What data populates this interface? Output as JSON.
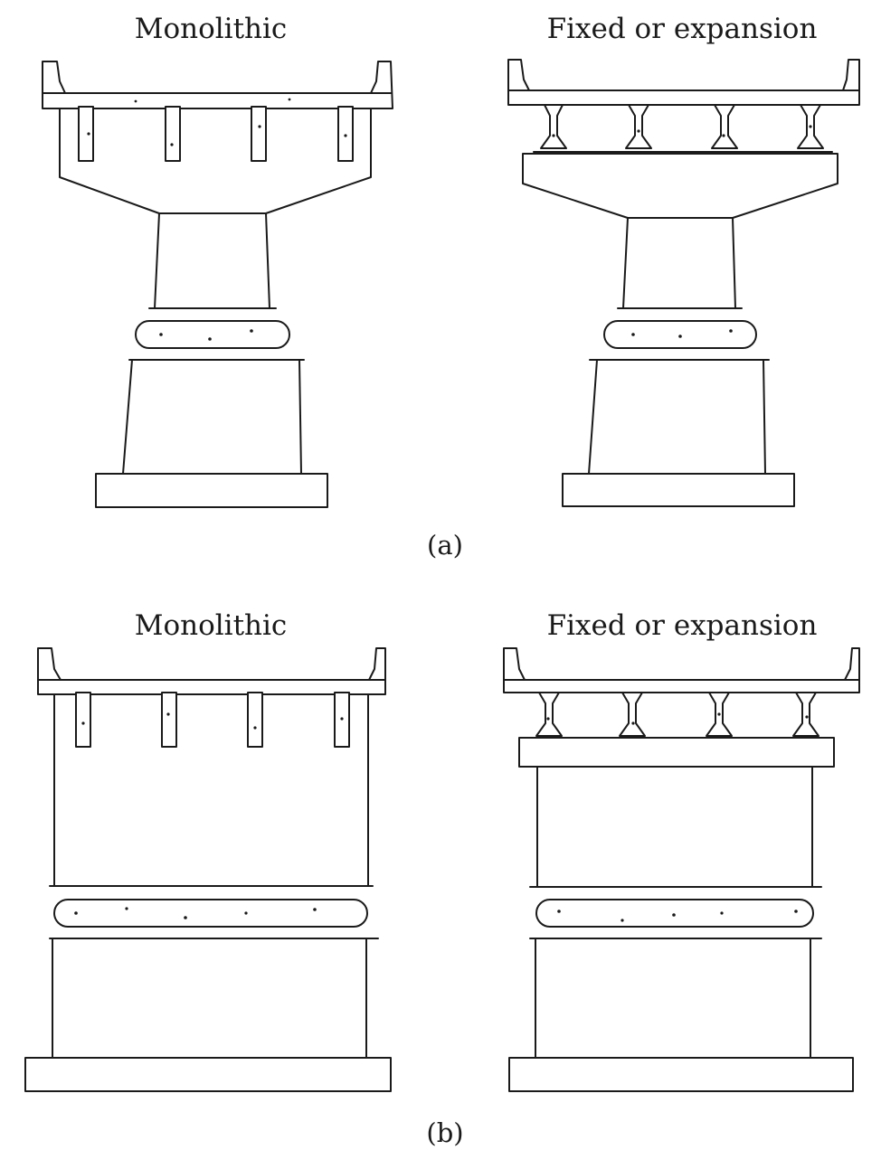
{
  "figure": {
    "panels": [
      {
        "caption": "(a)",
        "left_title": "Monolithic",
        "right_title": "Fixed or expansion"
      },
      {
        "caption": "(b)",
        "left_title": "Monolithic",
        "right_title": "Fixed or expansion"
      }
    ],
    "ink_color": "#1a1a1a",
    "background_color": "#ffffff"
  }
}
